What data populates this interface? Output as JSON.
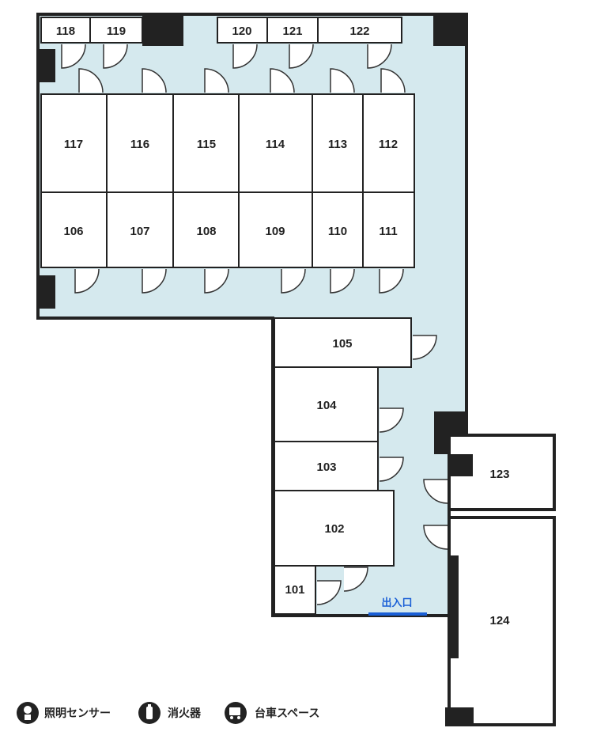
{
  "rooms": {
    "r101": "101",
    "r102": "102",
    "r103": "103",
    "r104": "104",
    "r105": "105",
    "r106": "106",
    "r107": "107",
    "r108": "108",
    "r109": "109",
    "r110": "110",
    "r111": "111",
    "r112": "112",
    "r113": "113",
    "r114": "114",
    "r115": "115",
    "r116": "116",
    "r117": "117",
    "r118": "118",
    "r119": "119",
    "r120": "120",
    "r121": "121",
    "r122": "122",
    "r123": "123",
    "r124": "124"
  },
  "entrance": {
    "label": "出入口"
  },
  "legend": {
    "lighting_sensor": "照明センサー",
    "fire_extinguisher": "消火器",
    "cart_space": "台車スペース"
  },
  "colors": {
    "corridor": "#d5e9ee",
    "wall": "#222222",
    "room": "#ffffff",
    "entrance": "#1a5fd6"
  }
}
